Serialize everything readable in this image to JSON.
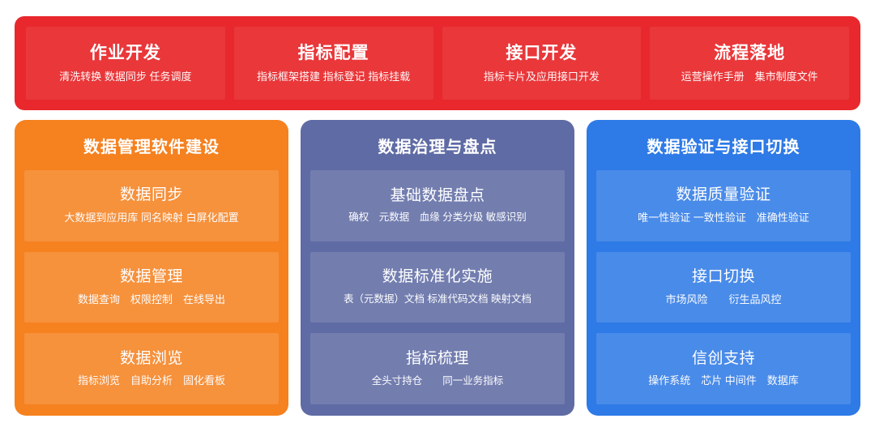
{
  "theme": {
    "background": "#ffffff",
    "banner_color": "#e8282c",
    "column_orange": "#f5811f",
    "column_purple": "#5f6ba4",
    "column_blue": "#2e7ae6",
    "text_color": "#ffffff"
  },
  "banner": {
    "cards": [
      {
        "title": "作业开发",
        "subtitle": "清洗转换 数据同步 任务调度"
      },
      {
        "title": "指标配置",
        "subtitle": "指标框架搭建 指标登记 指标挂载"
      },
      {
        "title": "接口开发",
        "subtitle": "指标卡片及应用接口开发"
      },
      {
        "title": "流程落地",
        "subtitle": "运营操作手册　集市制度文件"
      }
    ]
  },
  "columns": [
    {
      "title": "数据管理软件建设",
      "color": "#f5811f",
      "cards": [
        {
          "title": "数据同步",
          "subtitle": "大数据到应用库 同名映射 白屏化配置"
        },
        {
          "title": "数据管理",
          "subtitle": "数据查询　权限控制　在线导出"
        },
        {
          "title": "数据浏览",
          "subtitle": "指标浏览　自助分析　固化看板"
        }
      ]
    },
    {
      "title": "数据治理与盘点",
      "color": "#5f6ba4",
      "cards": [
        {
          "title": "基础数据盘点",
          "subtitle": "确权　元数据　血缘 分类分级 敏感识别"
        },
        {
          "title": "数据标准化实施",
          "subtitle": "表（元数据）文档 标准代码文档 映射文档"
        },
        {
          "title": "指标梳理",
          "subtitle": "全头寸持仓　　同一业务指标"
        }
      ]
    },
    {
      "title": "数据验证与接口切换",
      "color": "#2e7ae6",
      "cards": [
        {
          "title": "数据质量验证",
          "subtitle": "唯一性验证 一致性验证　准确性验证"
        },
        {
          "title": "接口切换",
          "subtitle": "市场风险　　衍生品风控"
        },
        {
          "title": "信创支持",
          "subtitle": "操作系统　芯片 中间件　数据库"
        }
      ]
    }
  ]
}
